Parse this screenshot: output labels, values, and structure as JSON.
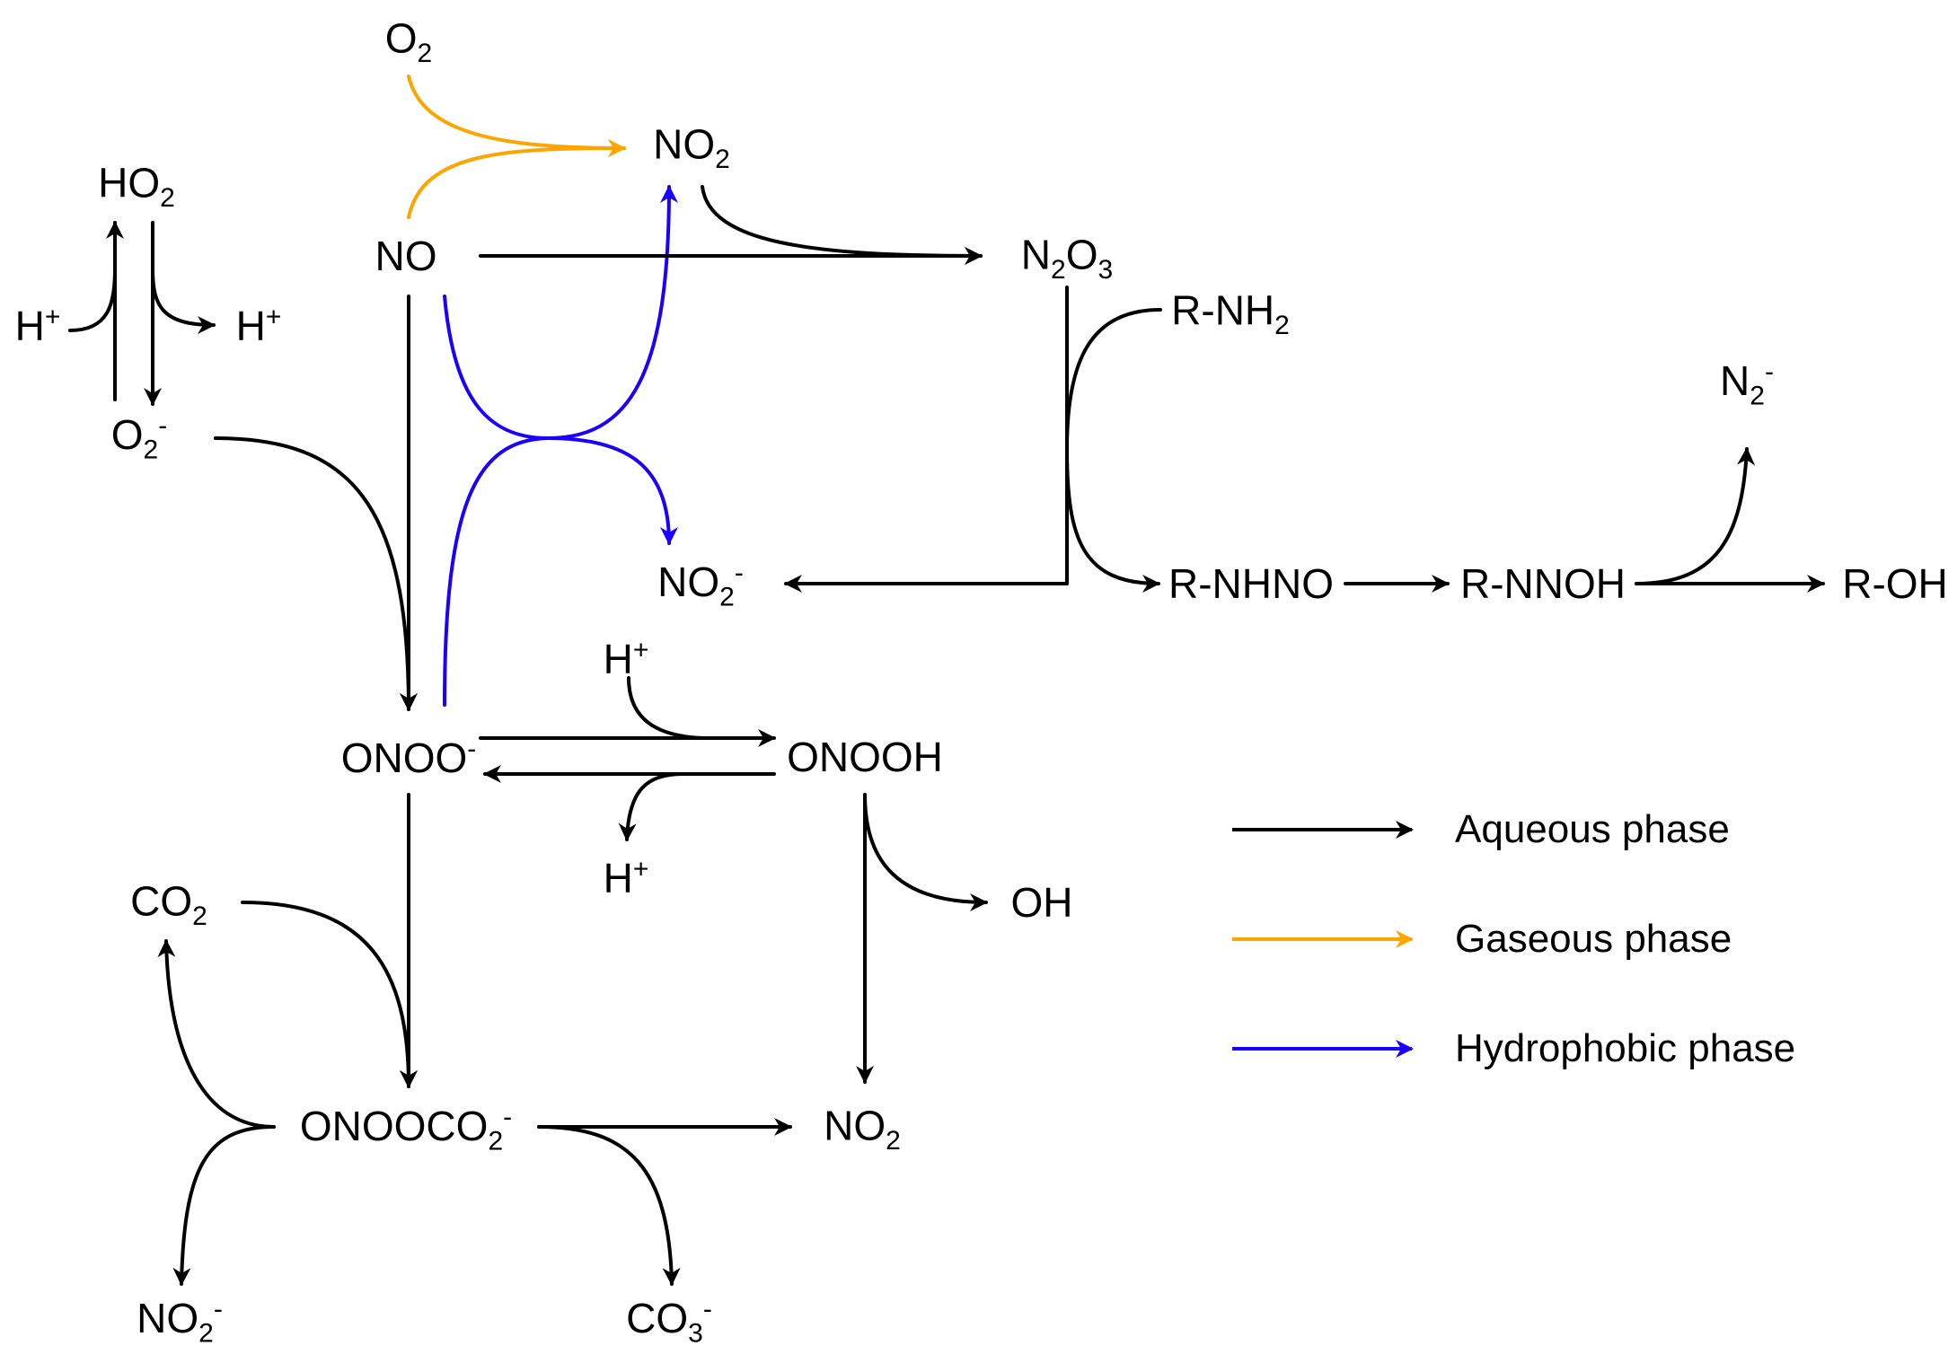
{
  "species": {
    "o2": {
      "base": "O",
      "sub": "2",
      "sup": ""
    },
    "no2_top": {
      "base": "NO",
      "sub": "2",
      "sup": ""
    },
    "ho2": {
      "base": "HO",
      "sub": "2",
      "sup": ""
    },
    "no": {
      "base": "NO",
      "sub": "",
      "sup": ""
    },
    "n2o3": {
      "base": "N",
      "sub": "2",
      "base2": "O",
      "sub2": "3"
    },
    "h_left": {
      "base": "H",
      "sub": "",
      "sup": "+"
    },
    "h_right": {
      "base": "H",
      "sub": "",
      "sup": "+"
    },
    "rnh2": {
      "base": "R-NH",
      "sub": "2",
      "sup": ""
    },
    "n2_minus": {
      "base": "N",
      "sub": "2",
      "sup": "-"
    },
    "o2_minus": {
      "base": "O",
      "sub": "2",
      "sup": "-"
    },
    "no2_minus_mid": {
      "base": "NO",
      "sub": "2",
      "sup": "-"
    },
    "rnhno": {
      "base": "R-NHNO",
      "sub": "",
      "sup": ""
    },
    "rnnoh": {
      "base": "R-NNOH",
      "sub": "",
      "sup": ""
    },
    "roh": {
      "base": "R-OH",
      "sub": "",
      "sup": ""
    },
    "h_top_mid": {
      "base": "H",
      "sub": "",
      "sup": "+"
    },
    "onoo": {
      "base": "ONOO",
      "sub": "",
      "sup": "-"
    },
    "onooh": {
      "base": "ONOOH",
      "sub": "",
      "sup": ""
    },
    "h_bot_mid": {
      "base": "H",
      "sub": "",
      "sup": "+"
    },
    "co2": {
      "base": "CO",
      "sub": "2",
      "sup": ""
    },
    "oh": {
      "base": "OH",
      "sub": "",
      "sup": ""
    },
    "onoococ2": {
      "base": "ONOOCO",
      "sub": "2",
      "sup": "-"
    },
    "no2_bot": {
      "base": "NO",
      "sub": "2",
      "sup": ""
    },
    "no2_minus_bot": {
      "base": "NO",
      "sub": "2",
      "sup": "-"
    },
    "co3_minus": {
      "base": "CO",
      "sub": "3",
      "sup": "-"
    }
  },
  "legend": [
    {
      "label": "Aqueous phase",
      "color": "#000000"
    },
    {
      "label": "Gaseous phase",
      "color": "#FFA500"
    },
    {
      "label": "Hydrophobic phase",
      "color": "#1A00FF"
    }
  ],
  "colors": {
    "aqueous": "#000000",
    "gaseous": "#FFA500",
    "hydrophobic": "#1A00FF"
  }
}
